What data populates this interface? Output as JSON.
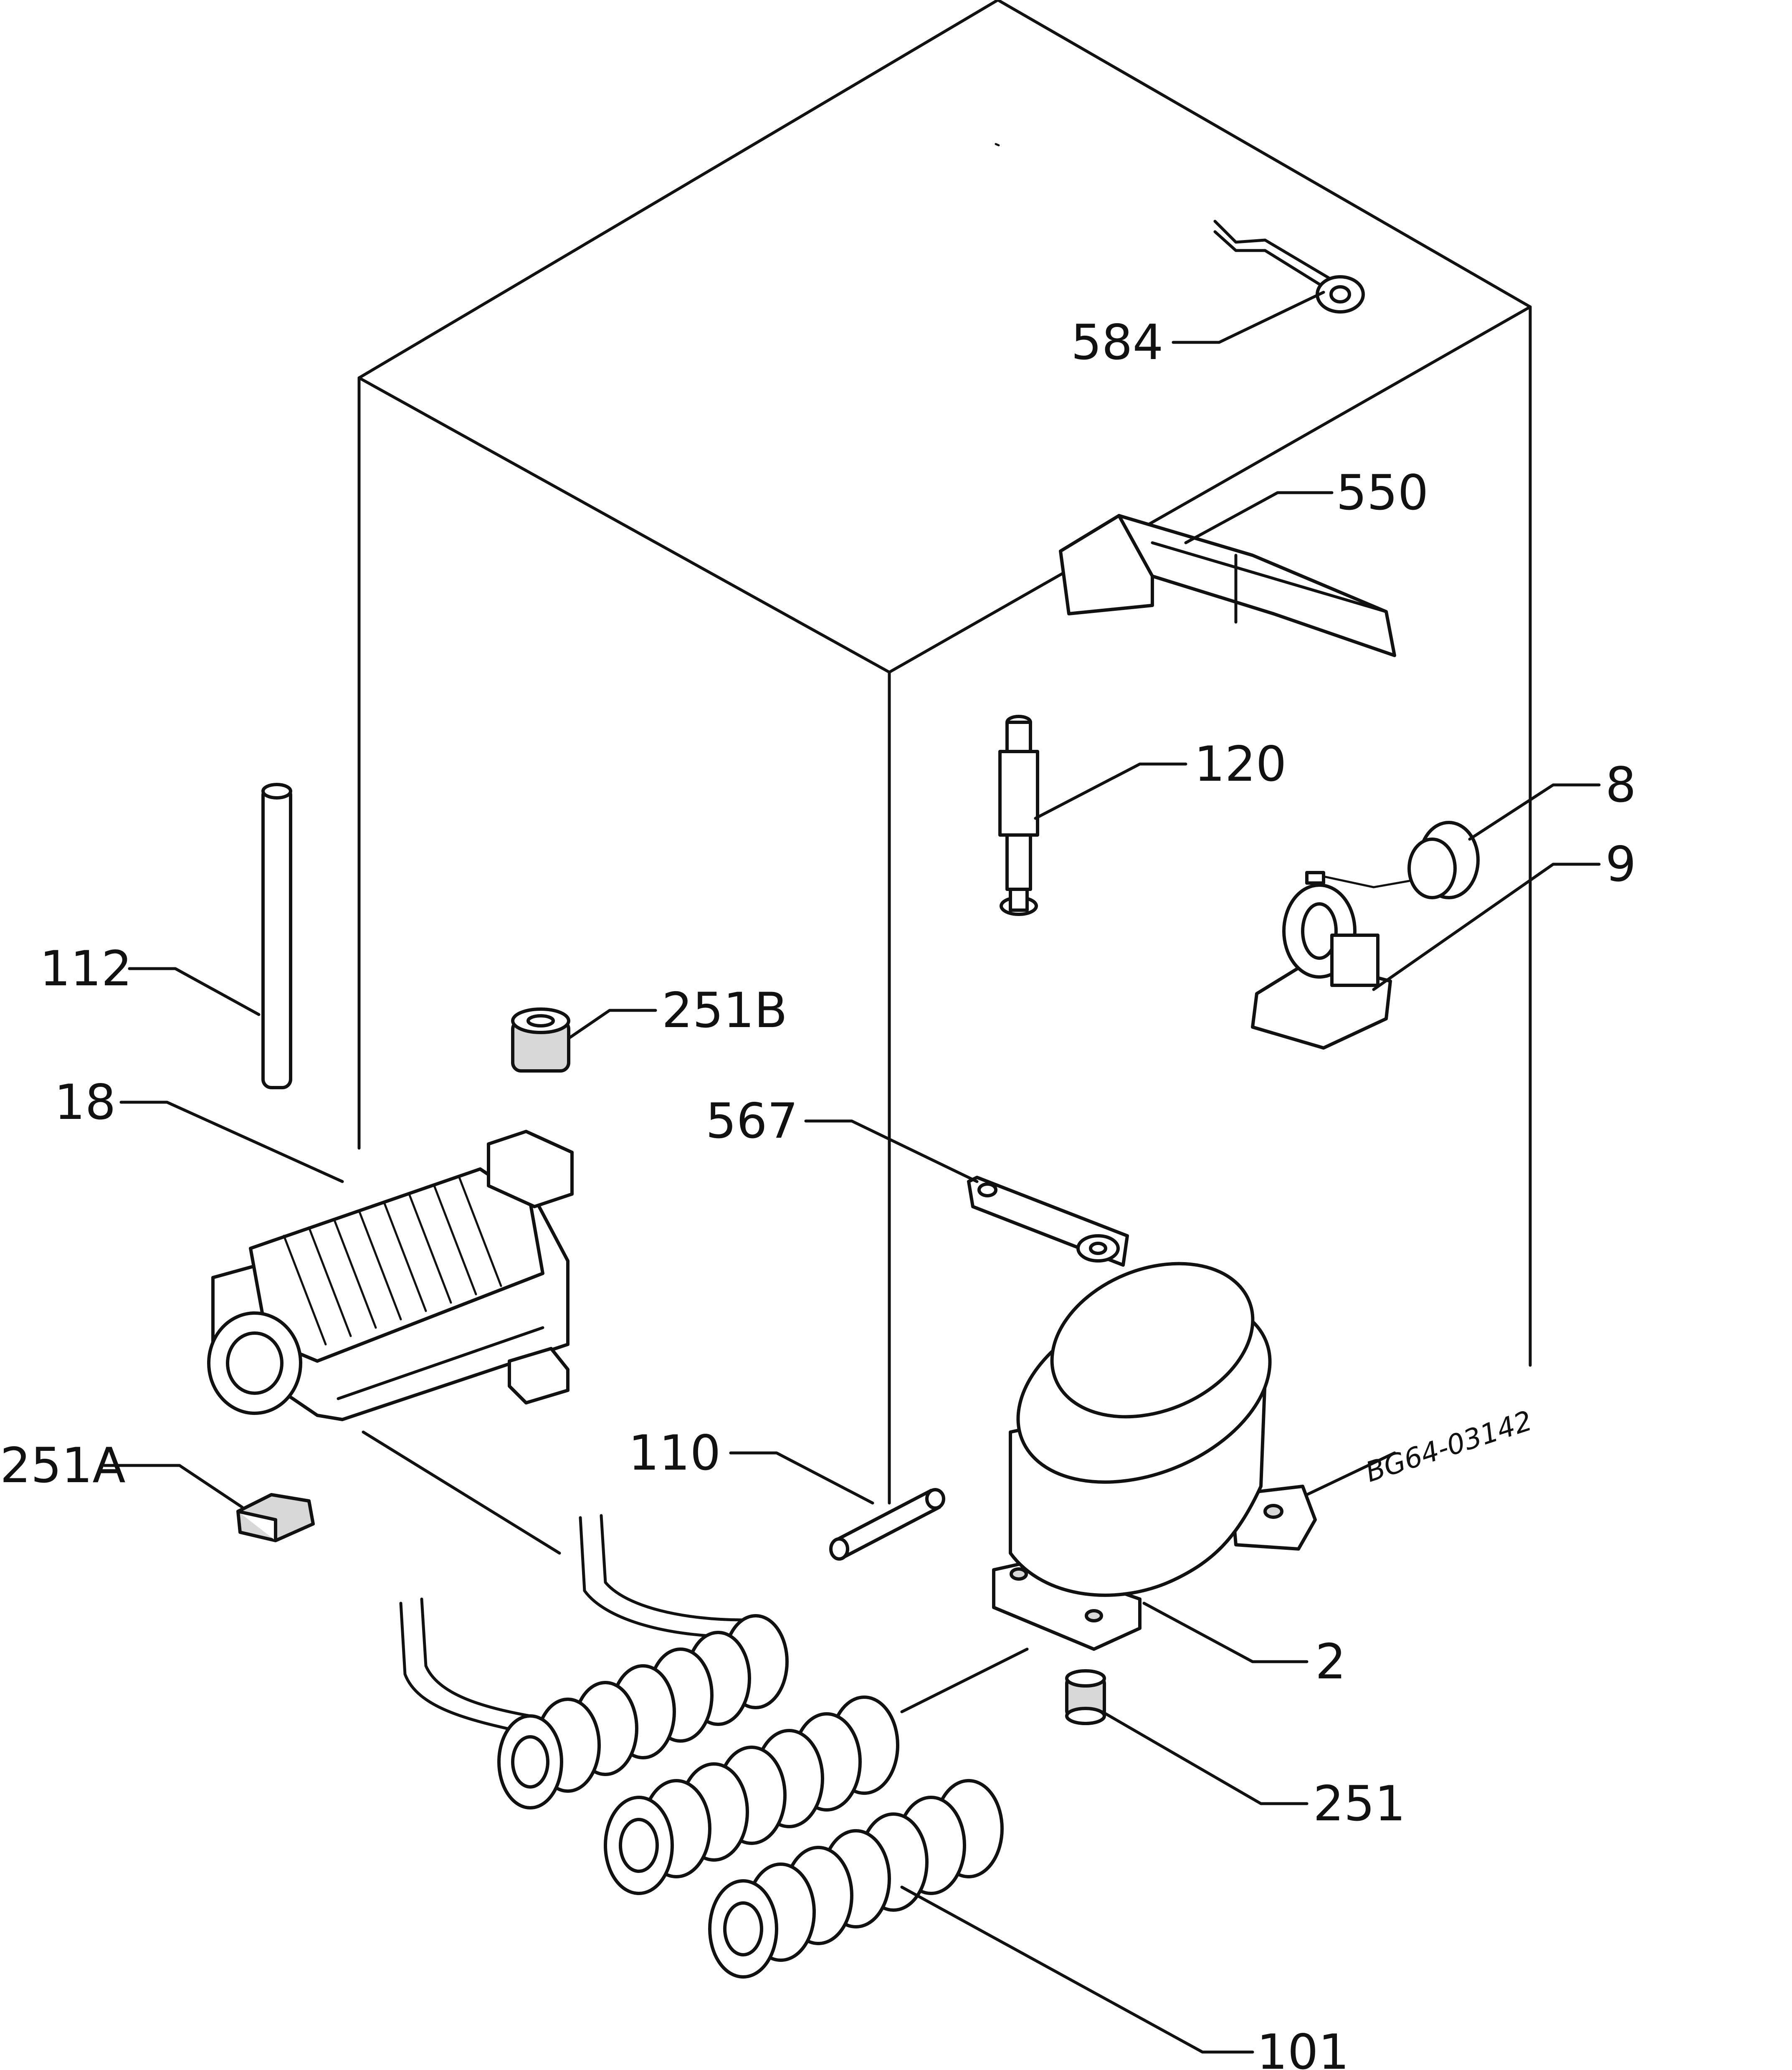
{
  "diagram": {
    "reference_code": "BG64-03142",
    "callouts": [
      {
        "id": "584",
        "label": "584"
      },
      {
        "id": "550",
        "label": "550"
      },
      {
        "id": "120",
        "label": "120"
      },
      {
        "id": "8",
        "label": "8"
      },
      {
        "id": "9",
        "label": "9"
      },
      {
        "id": "112",
        "label": "112"
      },
      {
        "id": "251B",
        "label": "251B"
      },
      {
        "id": "18",
        "label": "18"
      },
      {
        "id": "567",
        "label": "567"
      },
      {
        "id": "251A",
        "label": "251A"
      },
      {
        "id": "110",
        "label": "110"
      },
      {
        "id": "2",
        "label": "2"
      },
      {
        "id": "251",
        "label": "251"
      },
      {
        "id": "101",
        "label": "101"
      }
    ]
  }
}
